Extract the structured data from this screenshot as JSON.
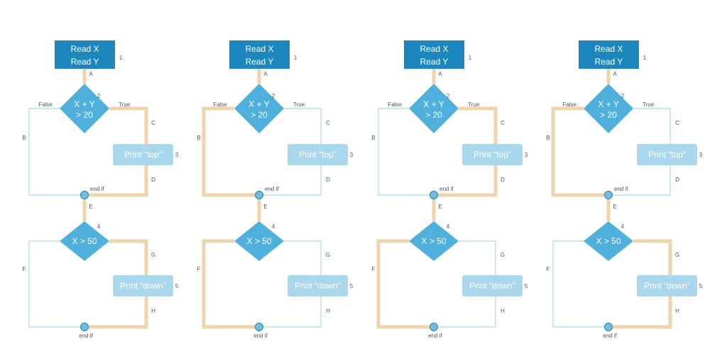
{
  "colors": {
    "read_box": "#1b87bd",
    "decision": "#4fb0dc",
    "print_box": "#a9d8ee",
    "thin_line": "#a9d8ee",
    "highlight": "#efd3ad",
    "join_fill": "#6cbfe3",
    "join_stroke": "#2a7fa8",
    "label_text": "#555555",
    "node_text": "#ffffff"
  },
  "node_text": {
    "read": [
      "Read X",
      "Read Y"
    ],
    "decision1": [
      "X + Y",
      "> 20"
    ],
    "print1": "Print “top”",
    "decision2": "X > 50",
    "print2": "Print “down”",
    "end_if": "end if"
  },
  "node_numbers": [
    "1",
    "2",
    "3",
    "4",
    "5"
  ],
  "branch_labels": {
    "false": "False",
    "true": "True"
  },
  "edge_labels": [
    "A",
    "B",
    "C",
    "D",
    "E",
    "F",
    "G",
    "H"
  ],
  "panels": [
    {
      "highlighted_edges": [
        "A",
        "C",
        "D",
        "E",
        "G",
        "H"
      ]
    },
    {
      "highlighted_edges": [
        "A",
        "B",
        "E",
        "F"
      ]
    },
    {
      "highlighted_edges": [
        "A",
        "C",
        "D",
        "E",
        "F"
      ]
    },
    {
      "highlighted_edges": [
        "A",
        "B",
        "E",
        "G",
        "H"
      ]
    }
  ]
}
